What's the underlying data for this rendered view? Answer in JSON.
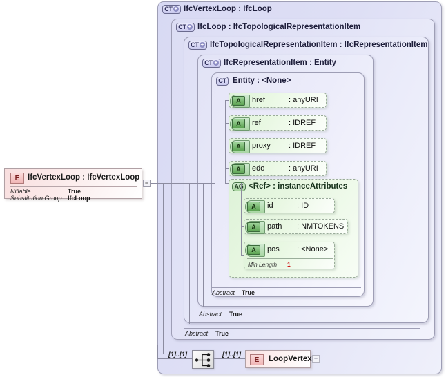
{
  "diagram": {
    "type": "xsd-schema-tree",
    "title": "IfcVertexLoop XSD structure"
  },
  "element_box": {
    "icon": "E",
    "title": "IfcVertexLoop : IfcVertexLoop",
    "properties": [
      {
        "label": "Nillable",
        "value": "True"
      },
      {
        "label": "Substitution Group",
        "value": "IfcLoop"
      }
    ],
    "collapse_handle": "−"
  },
  "containers": [
    {
      "badge": "CT",
      "has_plus": true,
      "title": "IfcVertexLoop : IfcLoop",
      "abstract_label": "Abstract",
      "abstract_value": "True"
    },
    {
      "badge": "CT",
      "has_plus": true,
      "title": "IfcLoop   : IfcTopologicalRepresentationItem",
      "abstract_label": "Abstract",
      "abstract_value": "True"
    },
    {
      "badge": "CT",
      "has_plus": true,
      "title": "IfcTopologicalRepresentationItem : IfcRepresentationItem",
      "abstract_label": "Abstract",
      "abstract_value": "True"
    },
    {
      "badge": "CT",
      "has_plus": true,
      "title": "IfcRepresentationItem : Entity",
      "abstract_label": "",
      "abstract_value": ""
    },
    {
      "badge": "CT",
      "has_plus": false,
      "title": "Entity     : <None>",
      "abstract_label": "",
      "abstract_value": ""
    }
  ],
  "attributes": [
    {
      "icon": "A",
      "name": "href",
      "type": ": anyURI"
    },
    {
      "icon": "A",
      "name": "ref",
      "type": ": IDREF"
    },
    {
      "icon": "A",
      "name": "proxy",
      "type": ": IDREF"
    },
    {
      "icon": "A",
      "name": "edo",
      "type": ": anyURI"
    }
  ],
  "attribute_group": {
    "badge": "AG",
    "title": "<Ref>     : instanceAttributes",
    "attributes": [
      {
        "icon": "A",
        "name": "id",
        "type": ": ID",
        "facets": []
      },
      {
        "icon": "A",
        "name": "path",
        "type": ": NMTOKENS",
        "facets": []
      },
      {
        "icon": "A",
        "name": "pos",
        "type": ": <None>",
        "facets": [
          {
            "label": "Min Length",
            "value": "1"
          }
        ]
      }
    ]
  },
  "sequence": {
    "icon_name": "sequence-compositor-icon",
    "left_cardinality": "[1]..[1]",
    "right_cardinality": "[1]..[1]"
  },
  "child_element": {
    "icon": "E",
    "label": "LoopVertex",
    "expand_handle": "+"
  },
  "colors": {
    "container_border": "#9e9eb5",
    "container_fill": "#dcdcf4",
    "attribute_fill": "#e3f6dd",
    "attribute_icon": "#5ca352",
    "element_fill": "#f8dede",
    "element_icon": "#f0b6b6",
    "facet_value": "#cc0000",
    "connector": "#8c8ca0"
  }
}
